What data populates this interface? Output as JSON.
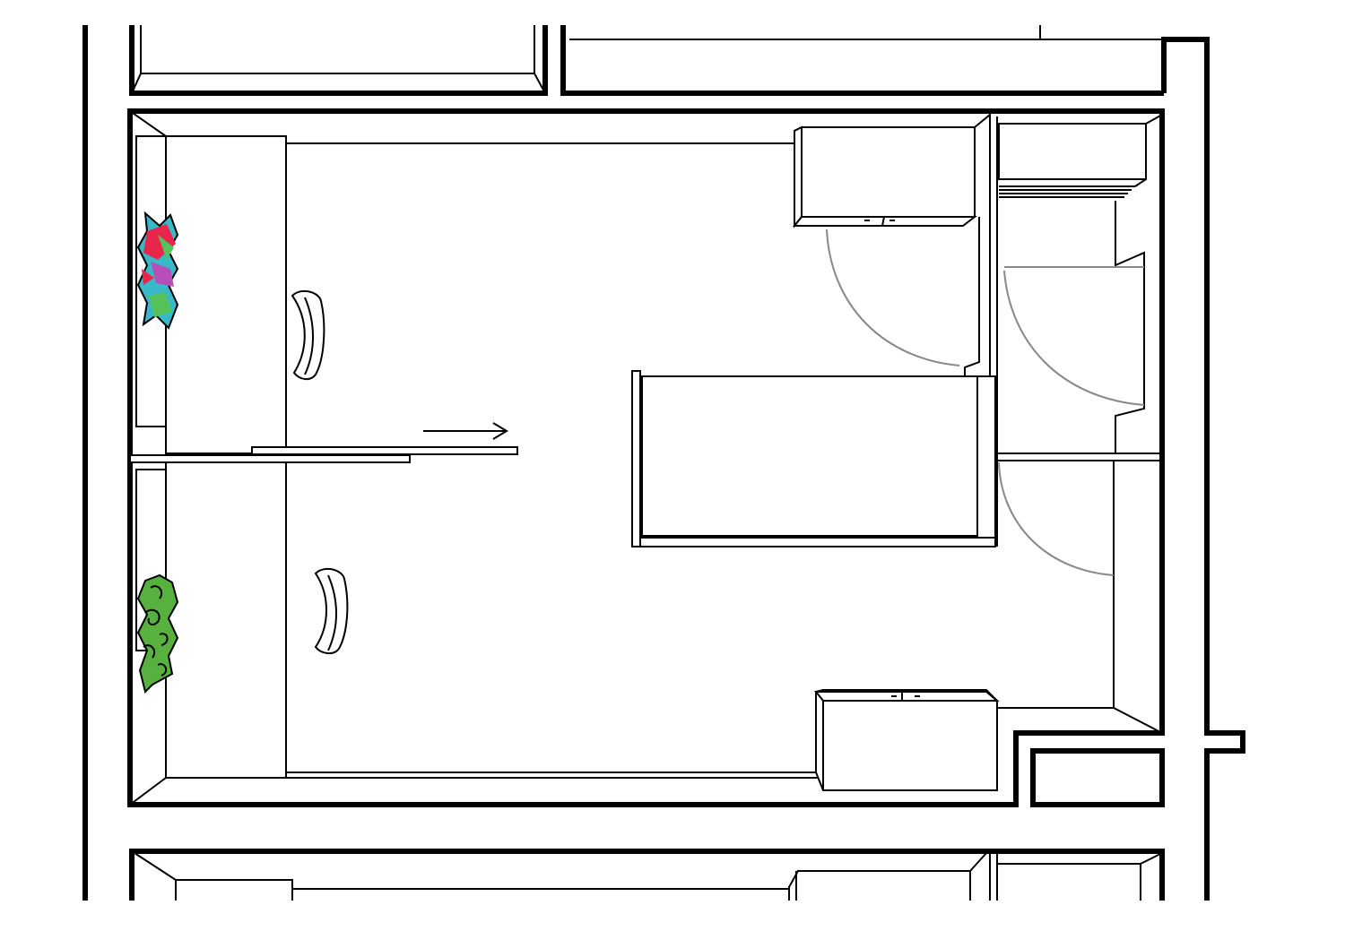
{
  "plan": {
    "colors": {
      "line": "#000000",
      "background": "#ffffff",
      "door_swing": "#888888",
      "fabric_top": [
        "#e8254a",
        "#38b9c9",
        "#55c35a",
        "#b84fb8"
      ],
      "fabric_bottom": [
        "#57b13f",
        "#e84a2a"
      ]
    },
    "rooms": [
      {
        "name": "dorm-room",
        "furniture": [
          "desk",
          "desk",
          "chair",
          "chair",
          "bed",
          "wardrobe",
          "wardrobe",
          "sliding-partition"
        ]
      },
      {
        "name": "bathroom"
      },
      {
        "name": "closet"
      }
    ],
    "icons": [
      "arrow-right-icon",
      "fabric-swatch-icon"
    ]
  }
}
